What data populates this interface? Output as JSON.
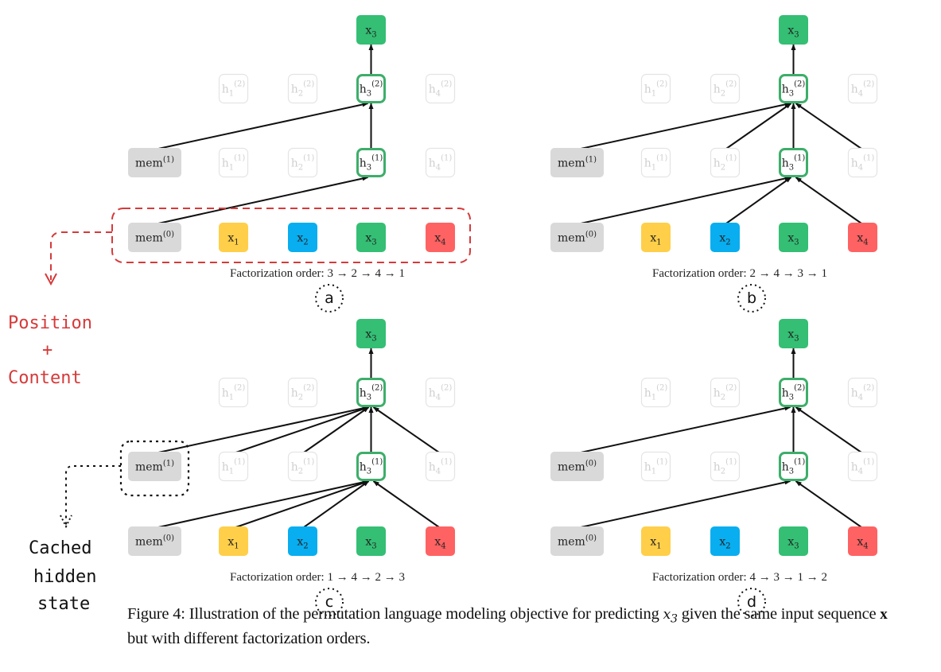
{
  "figure": {
    "caption_prefix": "Figure 4: Illustration of the permutation language modeling objective for predicting ",
    "caption_var": "x",
    "caption_var_sub": "3",
    "caption_mid": " given the same input sequence ",
    "caption_bold": "x",
    "caption_suffix": " but with different factorization orders."
  },
  "colors": {
    "mem": "#d9d9d9",
    "x1": "#ffcf4a",
    "x2": "#08aef0",
    "x3": "#34bf74",
    "x4": "#ff6263",
    "active_border": "#3dae6a",
    "faded_border": "#e4e4e4",
    "annotation_red": "#d63a3a",
    "annotation_black": "#111111"
  },
  "annotations": {
    "position_content": [
      "Position",
      "+",
      "Content"
    ],
    "cached_hidden_state": [
      "Cached",
      "hidden",
      "state"
    ]
  },
  "panels": [
    {
      "id": "a",
      "label": "a",
      "order_label": "Factorization order: 3 → 2 → 4 → 1",
      "order": [
        3,
        2,
        4,
        1
      ],
      "mem_bottom": "mem(0)",
      "mem_middle": "mem(1)",
      "bottom_sources": [
        "mem"
      ],
      "middle_sources": [
        "mem"
      ]
    },
    {
      "id": "b",
      "label": "b",
      "order_label": "Factorization order: 2 → 4 → 3 → 1",
      "order": [
        2,
        4,
        3,
        1
      ],
      "mem_bottom": "mem(0)",
      "mem_middle": "mem(1)",
      "bottom_sources": [
        "mem",
        2,
        4
      ],
      "middle_sources": [
        "mem",
        2,
        4
      ]
    },
    {
      "id": "c",
      "label": "c",
      "order_label": "Factorization order: 1 → 4 → 2 → 3",
      "order": [
        1,
        4,
        2,
        3
      ],
      "mem_bottom": "mem(0)",
      "mem_middle": "mem(1)",
      "bottom_sources": [
        "mem",
        1,
        2,
        4
      ],
      "middle_sources": [
        "mem",
        1,
        2,
        4
      ]
    },
    {
      "id": "d",
      "label": "d",
      "order_label": "Factorization order: 4 → 3 → 1 → 2",
      "order": [
        4,
        3,
        1,
        2
      ],
      "mem_bottom": "mem(0)",
      "mem_middle": "mem(0)",
      "bottom_sources": [
        "mem",
        4
      ],
      "middle_sources": [
        "mem",
        4
      ]
    }
  ]
}
